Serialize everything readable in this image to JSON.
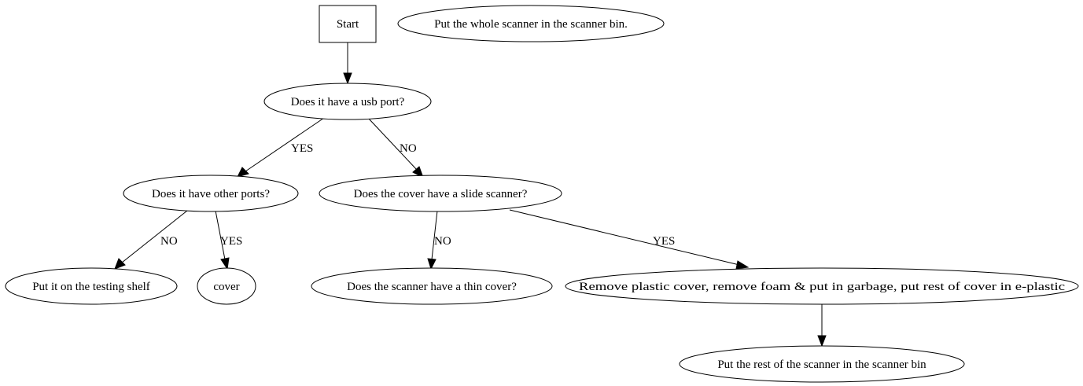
{
  "nodes": {
    "start": "Start",
    "whole_scanner": "Put the whole scanner in the scanner bin.",
    "usb_port": "Does it have a usb port?",
    "other_ports": "Does it have other ports?",
    "slide_scanner": "Does the cover have a slide scanner?",
    "testing_shelf": "Put it on the testing shelf",
    "cover": "cover",
    "thin_cover": "Does the scanner have a thin cover?",
    "remove_plastic": "Remove plastic cover, remove foam & put in garbage, put rest of cover in e-plastic",
    "rest_scanner": "Put the rest of the scanner in the scanner bin"
  },
  "edges": {
    "usb_yes": "YES",
    "usb_no": "NO",
    "other_no": "NO",
    "other_yes": "YES",
    "slide_no": "NO",
    "slide_yes": "YES"
  }
}
